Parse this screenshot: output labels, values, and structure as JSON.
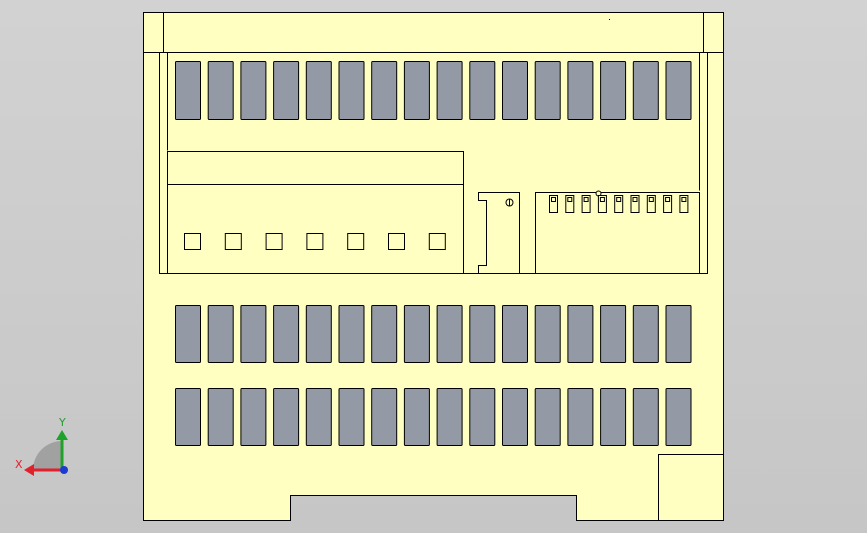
{
  "viewport": {
    "background_color": "#cfcfcf",
    "part_fill_color": "#ffffc2",
    "slot_fill_color": "#949aa5",
    "edge_color": "#000000"
  },
  "triad": {
    "x_label": "X",
    "y_label": "Y",
    "x_color": "#e0202a",
    "y_color": "#1fa12a",
    "z_color": "#1f3ad0"
  },
  "model": {
    "top_slot_row_count": 16,
    "middle_slot_row_count": 16,
    "bottom_slot_row_count": 16,
    "small_square_count": 7,
    "dip_switch_count": 9
  }
}
